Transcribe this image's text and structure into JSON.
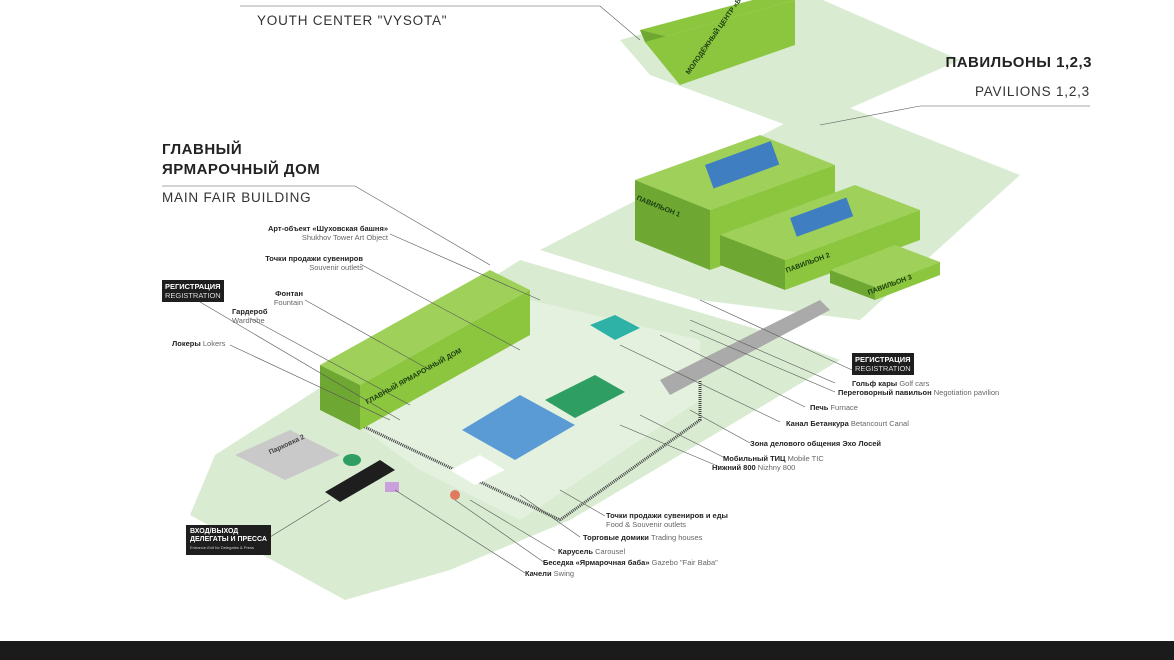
{
  "headings": {
    "youth_center": {
      "en": "YOUTH CENTER \"VYSOTA\""
    },
    "pavilions": {
      "ru": "ПАВИЛЬОНЫ 1,2,3",
      "en": "PAVILIONS 1,2,3"
    },
    "main_fair": {
      "ru_line1": "ГЛАВНЫЙ",
      "ru_line2": "ЯРМАРОЧНЫЙ ДОМ",
      "en": "MAIN FAIR BUILDING"
    }
  },
  "buildings": {
    "youth_center": "МОЛОДЁЖНЫЙ ЦЕНТР «ВЫСОТА»",
    "main_fair": "ГЛАВНЫЙ ЯРМАРОЧНЫЙ ДОМ",
    "pavilion1": "ПАВИЛЬОН 1",
    "pavilion2": "ПАВИЛЬОН 2",
    "pavilion3": "ПАВИЛЬОН 3",
    "parking2": "Парковка 2"
  },
  "left_labels": [
    {
      "ru": "Арт-объект «Шуховская башня»",
      "en": "Shukhov Tower Art Object"
    },
    {
      "ru": "Точки продажи сувениров",
      "en": "Souvenir outlets"
    },
    {
      "ru": "Фонтан",
      "en": "Fountain"
    },
    {
      "ru": "Гардероб",
      "en": "Wardrobe"
    },
    {
      "ru": "Локеры",
      "en": "Lokers"
    }
  ],
  "registration_left": {
    "ru": "РЕГИСТРАЦИЯ",
    "en": "REGISTRATION"
  },
  "registration_right": {
    "ru": "РЕГИСТРАЦИЯ",
    "en": "REGISTRATION"
  },
  "right_labels": [
    {
      "ru": "Гольф кары",
      "en": "Golf cars"
    },
    {
      "ru": "Переговорный павильон",
      "en": "Negotiation pavilion"
    },
    {
      "ru": "Печь",
      "en": "Furnace"
    },
    {
      "ru": "Канал Бетанкура",
      "en": "Betancourt Canal"
    },
    {
      "ru": "Зона делового общения Эхо Лосей",
      "en": ""
    },
    {
      "ru": "Мобильный ТИЦ",
      "en": "Mobile TIC"
    },
    {
      "ru": "Нижний 800",
      "en": "Nizhny 800"
    }
  ],
  "bottom_labels": [
    {
      "ru": "Точки продажи сувениров и еды",
      "en": "Food & Souvenir outlets"
    },
    {
      "ru": "Торговые домики",
      "en": "Trading houses"
    },
    {
      "ru": "Карусель",
      "en": "Carousel"
    },
    {
      "ru": "Беседка «Ярмарочная баба»",
      "en": "Gazebo \"Fair Baba\""
    },
    {
      "ru": "Качели",
      "en": "Swing"
    }
  ],
  "entrance": {
    "line1": "ВХОД/ВЫХОД",
    "line2": "ДЕЛЕГАТЫ И ПРЕССА",
    "en": "Entrance-Exit for Delegates & Press"
  },
  "colors": {
    "building_top": "#8cc63f",
    "building_side": "#6ea832",
    "ground": "#d9ecd2",
    "ground_dark": "#c8e2bd",
    "label_bg": "#1e1e1e",
    "exhibit_blue": "#3f7fc1",
    "pink": "#eaa3a8"
  }
}
